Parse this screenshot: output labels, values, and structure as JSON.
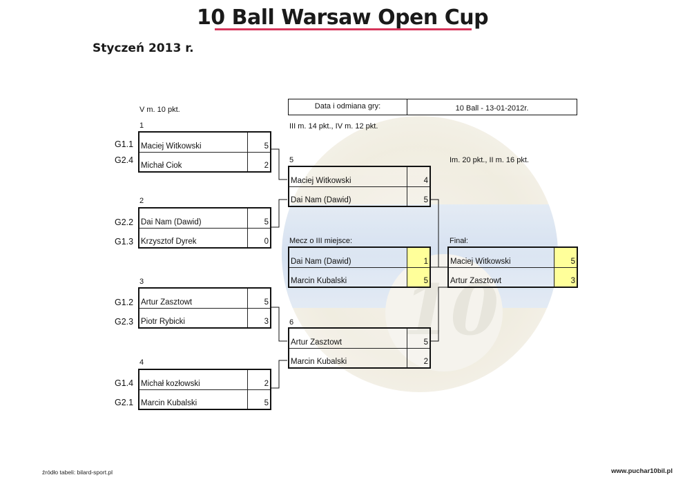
{
  "header": {
    "title": "10 Ball Warsaw Open Cup",
    "subtitle": "Styczeń 2013 r."
  },
  "info": {
    "key": "Data i odmiana gry:",
    "value": "10 Ball - 13-01-2012r."
  },
  "labels": {
    "round1_points": "V m. 10 pkt.",
    "round2_points": "III m. 14 pkt., IV m. 12 pkt.",
    "final_points": "Im. 20 pkt., II m. 16 pkt.",
    "third_place": "Mecz o III miejsce:",
    "final": "Finał:"
  },
  "round1": [
    {
      "number": "1",
      "players": [
        {
          "seed": "G1.1",
          "name": "Maciej Witkowski",
          "score": "5"
        },
        {
          "seed": "G2.4",
          "name": "Michał Ciok",
          "score": "2"
        }
      ]
    },
    {
      "number": "2",
      "players": [
        {
          "seed": "G2.2",
          "name": "Dai Nam (Dawid)",
          "score": "5"
        },
        {
          "seed": "G1.3",
          "name": "Krzysztof Dyrek",
          "score": "0"
        }
      ]
    },
    {
      "number": "3",
      "players": [
        {
          "seed": "G1.2",
          "name": "Artur Zasztowt",
          "score": "5"
        },
        {
          "seed": "G2.3",
          "name": "Piotr Rybicki",
          "score": "3"
        }
      ]
    },
    {
      "number": "4",
      "players": [
        {
          "seed": "G1.4",
          "name": "Michał kozłowski",
          "score": "2"
        },
        {
          "seed": "G2.1",
          "name": "Marcin Kubalski",
          "score": "5"
        }
      ]
    }
  ],
  "semifinals": [
    {
      "number": "5",
      "players": [
        {
          "name": "Maciej Witkowski",
          "score": "4"
        },
        {
          "name": "Dai Nam (Dawid)",
          "score": "5"
        }
      ]
    },
    {
      "number": "6",
      "players": [
        {
          "name": "Artur Zasztowt",
          "score": "5"
        },
        {
          "name": "Marcin Kubalski",
          "score": "2"
        }
      ]
    }
  ],
  "third_place_match": {
    "players": [
      {
        "name": "Dai Nam (Dawid)",
        "score": "1"
      },
      {
        "name": "Marcin Kubalski",
        "score": "5"
      }
    ]
  },
  "final_match": {
    "players": [
      {
        "name": "Maciej Witkowski",
        "score": "5"
      },
      {
        "name": "Artur Zasztowt",
        "score": "3"
      }
    ]
  },
  "footer": {
    "source": "źródło tabeli:  bilard-sport.pl",
    "website": "www.puchar10bil.pl"
  },
  "colors": {
    "accent_underline": "#d6345a",
    "score_highlight": "#ffff9a"
  },
  "watermark_text": "10"
}
